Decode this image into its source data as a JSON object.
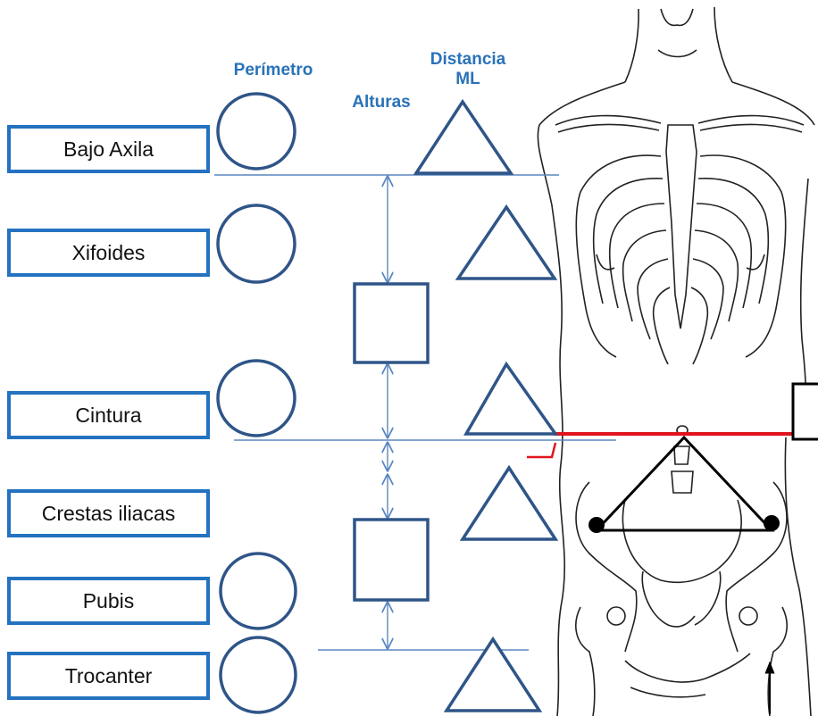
{
  "headers": {
    "perimetro": "Perímetro",
    "alturas": "Alturas",
    "distancia_ml": "Distancia ML"
  },
  "labels": [
    "Bajo Axila",
    "Xifoides",
    "Cintura",
    "Crestas iliacas",
    "Pubis",
    "Trocanter"
  ],
  "colors": {
    "header_text": "#2a72b8",
    "box_border": "#2472c0",
    "shape_stroke": "#2f5588",
    "guide_line": "#5b87c0",
    "waist_line": "#e0141c",
    "body_outline": "#222222"
  }
}
